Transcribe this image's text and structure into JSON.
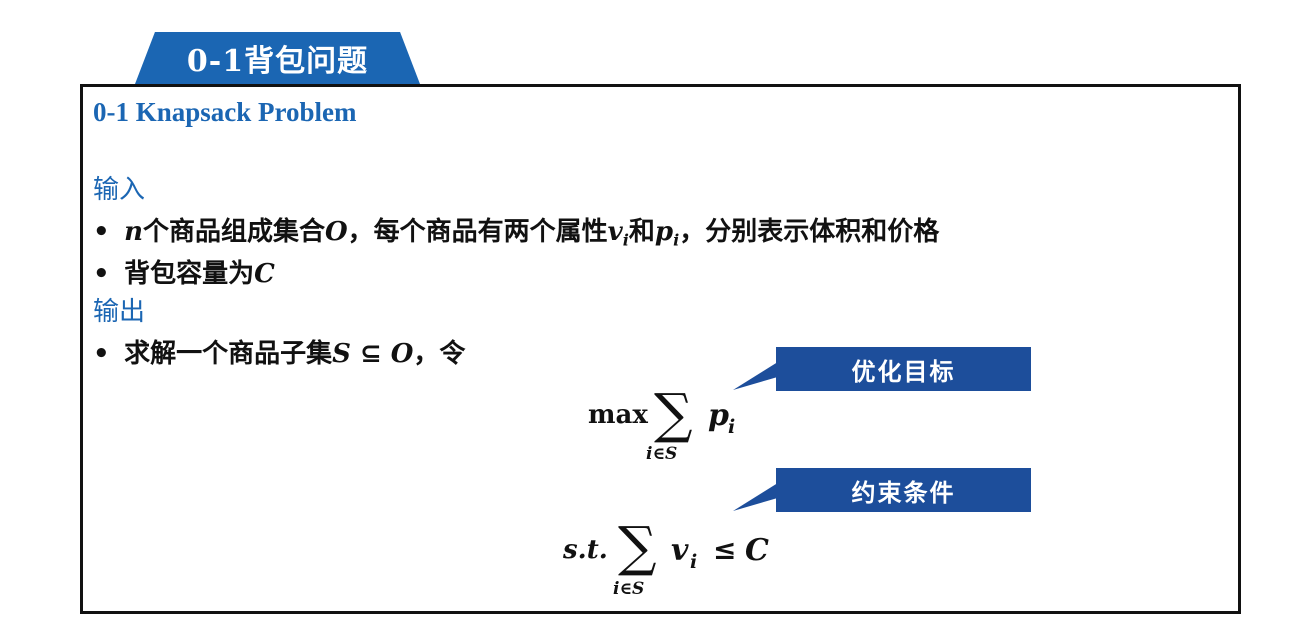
{
  "title_tab": "0-1背包问题",
  "subtitle": "0-1 Knapsack Problem",
  "input_heading": "输入",
  "input_items": [
    {
      "pre": "",
      "n": "n",
      "t1": "个商品组成集合",
      "O": "O",
      "t2": "，每个商品有两个属性",
      "v": "v",
      "i1": "i",
      "t3": "和",
      "p": "p",
      "i2": "i",
      "t4": "，分别表示体积和价格"
    },
    {
      "text": "背包容量为",
      "C": "C"
    }
  ],
  "output_heading": "输出",
  "output_item": {
    "text": "求解一个商品子集",
    "S": "S",
    "sub": " ⊆ ",
    "O": "O",
    "tail": "，令"
  },
  "objective": {
    "op": "max",
    "sigma": "∑",
    "index": "i∈S",
    "term": "p",
    "term_sub": "i"
  },
  "constraint": {
    "prefix": "s.t.",
    "sigma": "∑",
    "index": "i∈S",
    "term": "v",
    "term_sub": "i",
    "rel": "≤",
    "rhs": "C"
  },
  "callouts": {
    "objective_label": "优化目标",
    "constraint_label": "约束条件"
  },
  "colors": {
    "accent": "#1b66b3",
    "callout": "#1d4e9b"
  }
}
